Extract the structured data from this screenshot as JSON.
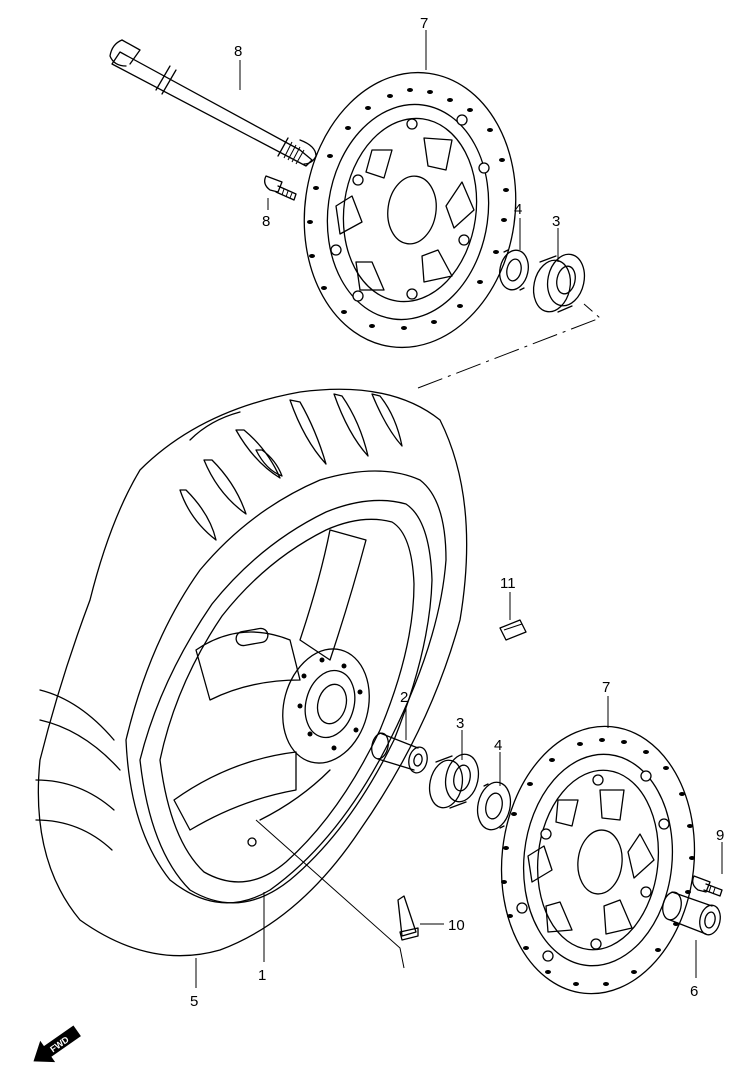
{
  "callouts": [
    {
      "id": "c1",
      "label": "1"
    },
    {
      "id": "c2",
      "label": "2"
    },
    {
      "id": "c3a",
      "label": "3"
    },
    {
      "id": "c3b",
      "label": "3"
    },
    {
      "id": "c4a",
      "label": "4"
    },
    {
      "id": "c4b",
      "label": "4"
    },
    {
      "id": "c5",
      "label": "5"
    },
    {
      "id": "c6",
      "label": "6"
    },
    {
      "id": "c7a",
      "label": "7"
    },
    {
      "id": "c7b",
      "label": "7"
    },
    {
      "id": "c8a",
      "label": "8"
    },
    {
      "id": "c8b",
      "label": "8"
    },
    {
      "id": "c9",
      "label": "9"
    },
    {
      "id": "c10",
      "label": "10"
    },
    {
      "id": "c11",
      "label": "11"
    }
  ],
  "fwd_badge": {
    "label": "FWD"
  }
}
